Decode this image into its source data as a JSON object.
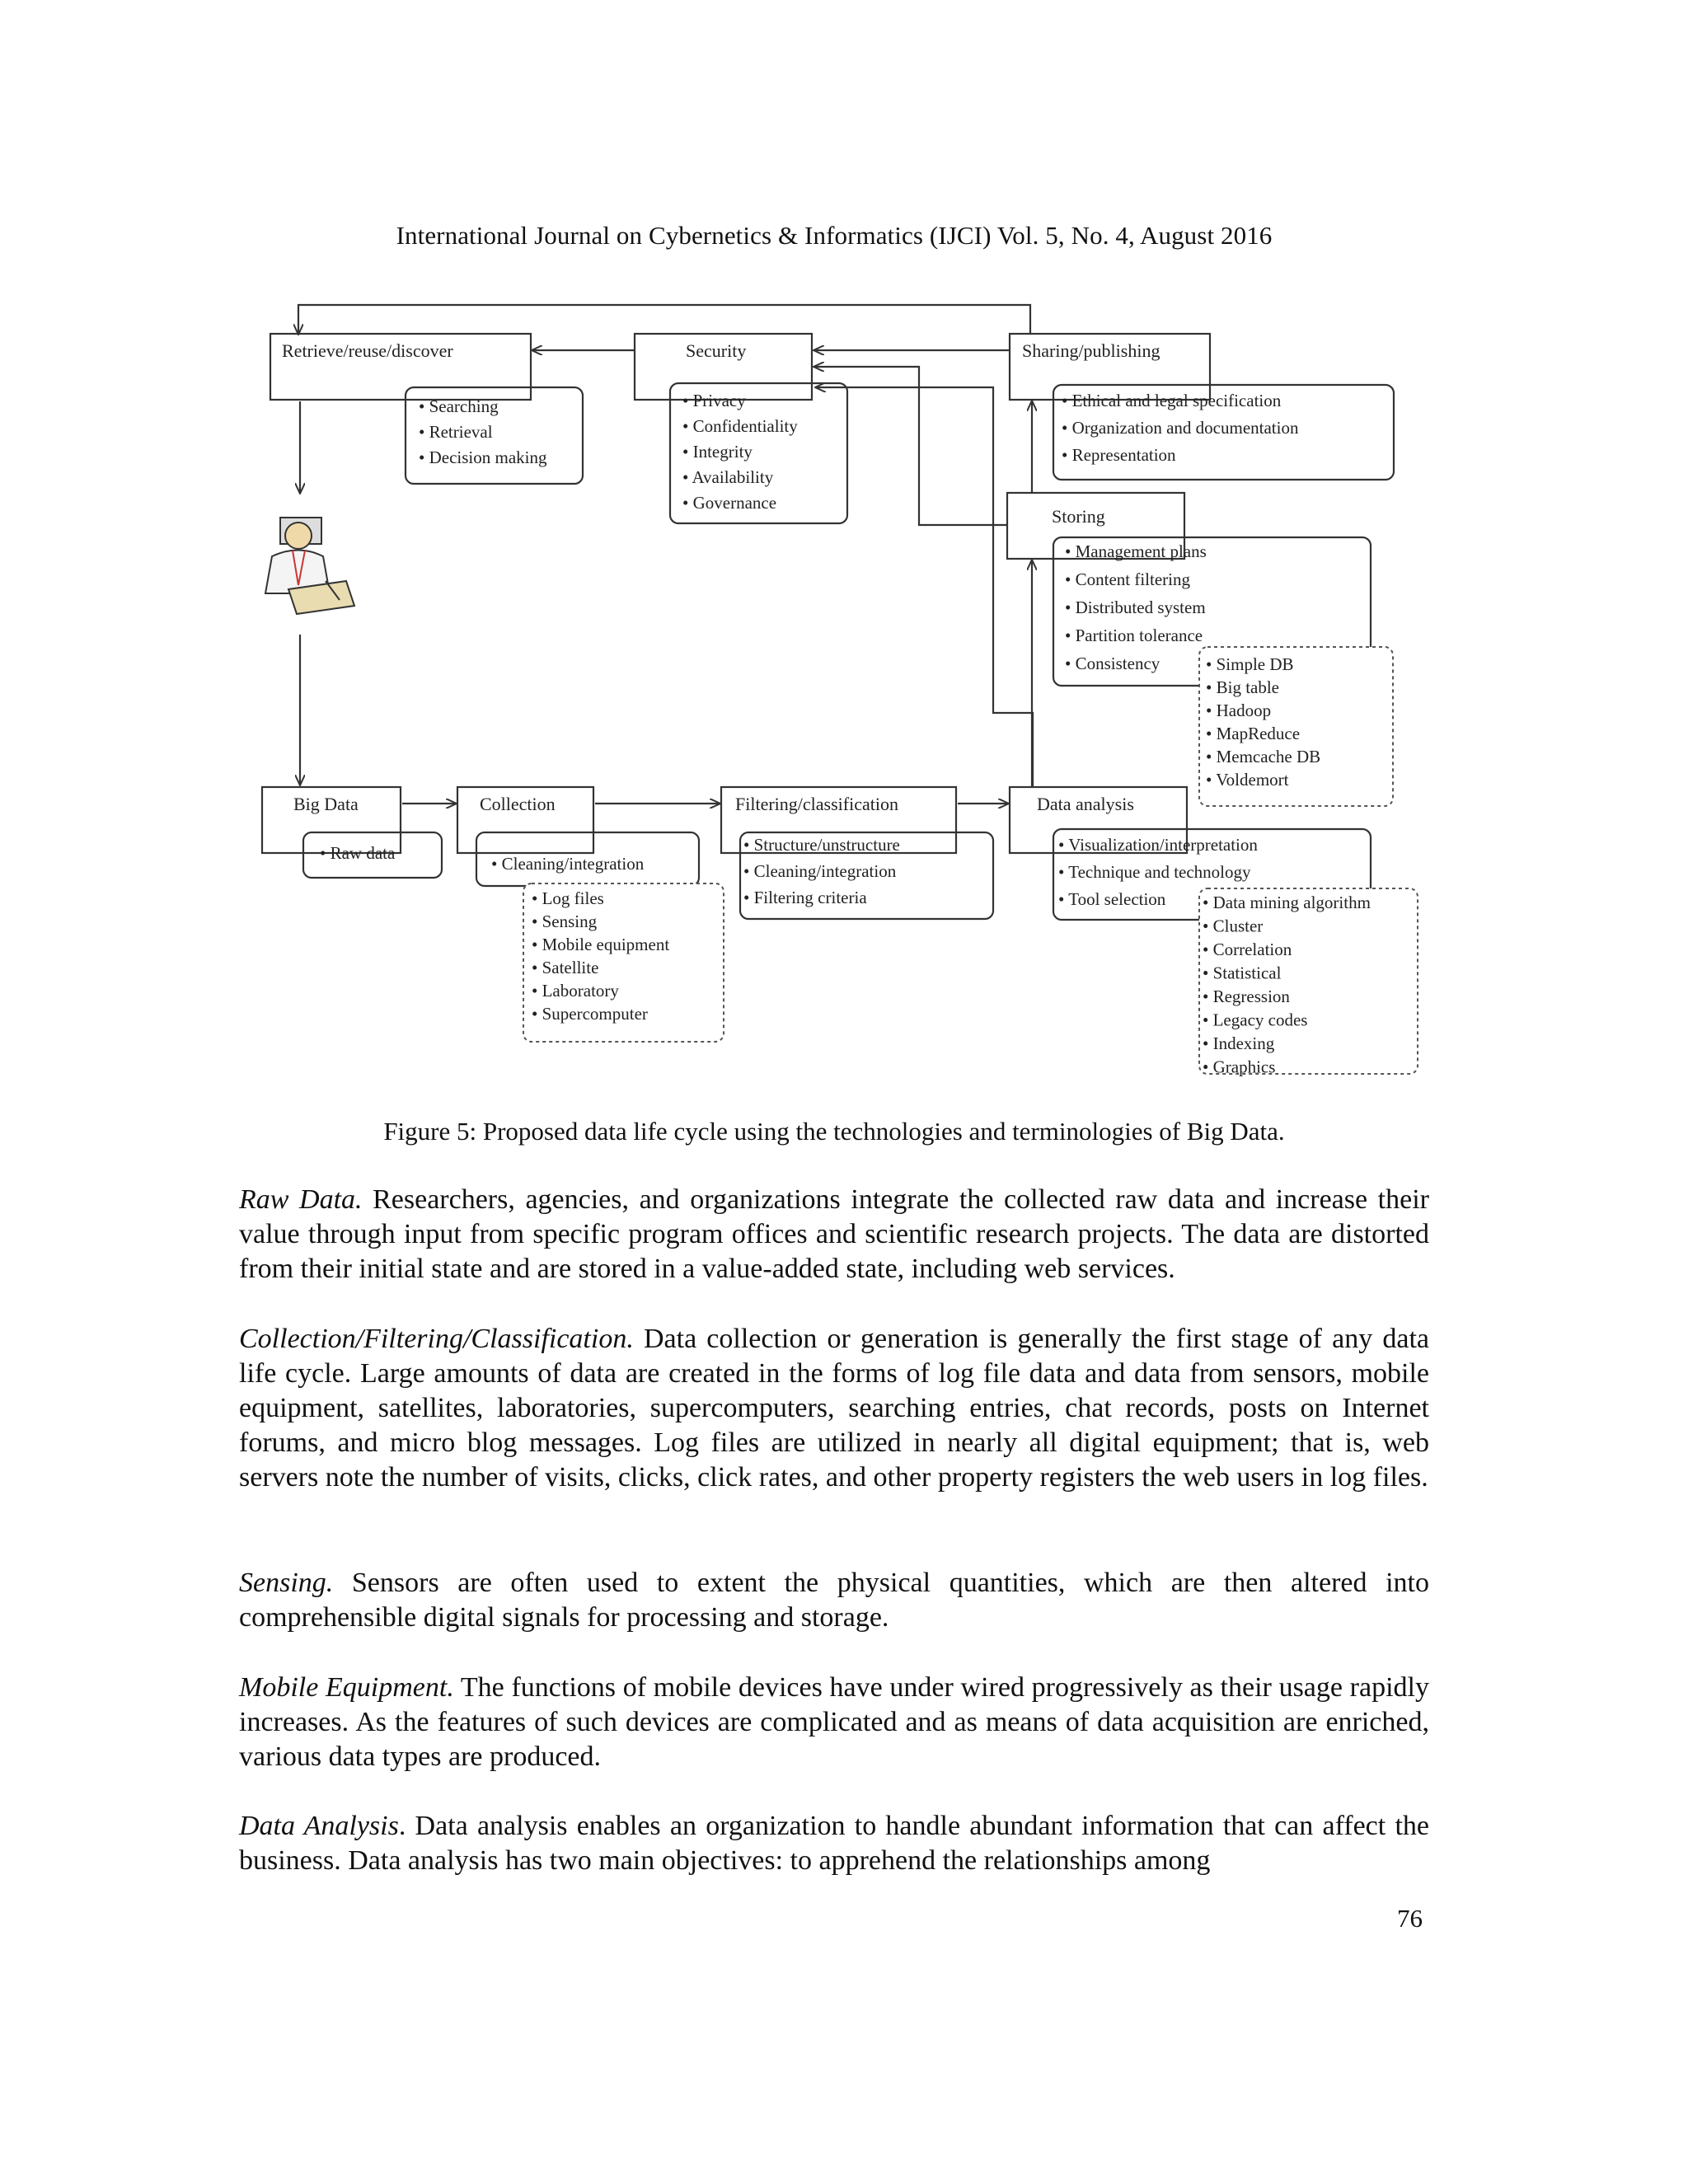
{
  "header": "International Journal on Cybernetics & Informatics (IJCI) Vol. 5, No. 4, August 2016",
  "figure": {
    "retrieve": {
      "title": "Retrieve/reuse/discover",
      "items": [
        "Searching",
        "Retrieval",
        "Decision making"
      ]
    },
    "security": {
      "title": "Security",
      "items": [
        "Privacy",
        "Confidentiality",
        "Integrity",
        "Availability",
        "Governance"
      ]
    },
    "sharing": {
      "title": "Sharing/publishing",
      "items": [
        "Ethical and legal specification",
        "Organization and documentation",
        "Representation"
      ]
    },
    "storing": {
      "title": "Storing",
      "items": [
        "Management plans",
        "Content filtering",
        "Distributed system",
        "Partition tolerance",
        "Consistency"
      ]
    },
    "storing_tech": [
      "Simple DB",
      "Big table",
      "Hadoop",
      "MapReduce",
      "Memcache DB",
      "Voldemort"
    ],
    "bigdata": {
      "title": "Big Data",
      "items": [
        "Raw data"
      ]
    },
    "collection": {
      "title": "Collection",
      "items": [
        "Cleaning/integration"
      ]
    },
    "collection_sources": [
      "Log files",
      "Sensing",
      "Mobile equipment",
      "Satellite",
      "Laboratory",
      "Supercomputer"
    ],
    "filtering": {
      "title": "Filtering/classification",
      "items": [
        "Structure/unstructure",
        "Cleaning/integration",
        "Filtering criteria"
      ]
    },
    "analysis": {
      "title": "Data analysis",
      "items": [
        "Visualization/interpretation",
        "Technique and technology",
        "Tool selection"
      ]
    },
    "analysis_methods": [
      "Data mining algorithm",
      "Cluster",
      "Correlation",
      "Statistical",
      "Regression",
      "Legacy codes",
      "Indexing",
      "Graphics"
    ]
  },
  "caption": "Figure 5: Proposed data life cycle using the technologies and terminologies of Big Data.",
  "paragraphs": [
    {
      "lead": "Raw Data.",
      "text": " Researchers, agencies, and organizations integrate the collected raw data and increase their value through input from specific program offices and scientific research projects. The data are distorted from their initial state and are stored in a value-added state, including web services."
    },
    {
      "lead": "Collection/Filtering/Classification.",
      "text": " Data collection or generation is generally the first stage of any data life cycle. Large amounts of data are created in the forms of log file data and data from sensors, mobile equipment, satellites, laboratories, supercomputers, searching entries, chat records, posts on Internet forums, and micro blog messages. Log files are utilized in nearly all digital equipment; that is, web servers note the number of visits, clicks, click rates, and other property registers the web users in log files."
    },
    {
      "lead": "Sensing.",
      "text": " Sensors are often used to extent the physical quantities, which are then altered into comprehensible digital signals for processing and storage."
    },
    {
      "lead": "Mobile Equipment.",
      "text": " The functions of mobile devices have under wired progressively as their usage rapidly increases. As the features of such devices are complicated and as means of data acquisition are enriched, various data types are produced."
    },
    {
      "lead": "Data Analysis",
      "text": ". Data analysis enables an organization to handle abundant information that can affect the business. Data analysis has two main objectives: to apprehend the relationships among"
    }
  ],
  "page_number": "76"
}
